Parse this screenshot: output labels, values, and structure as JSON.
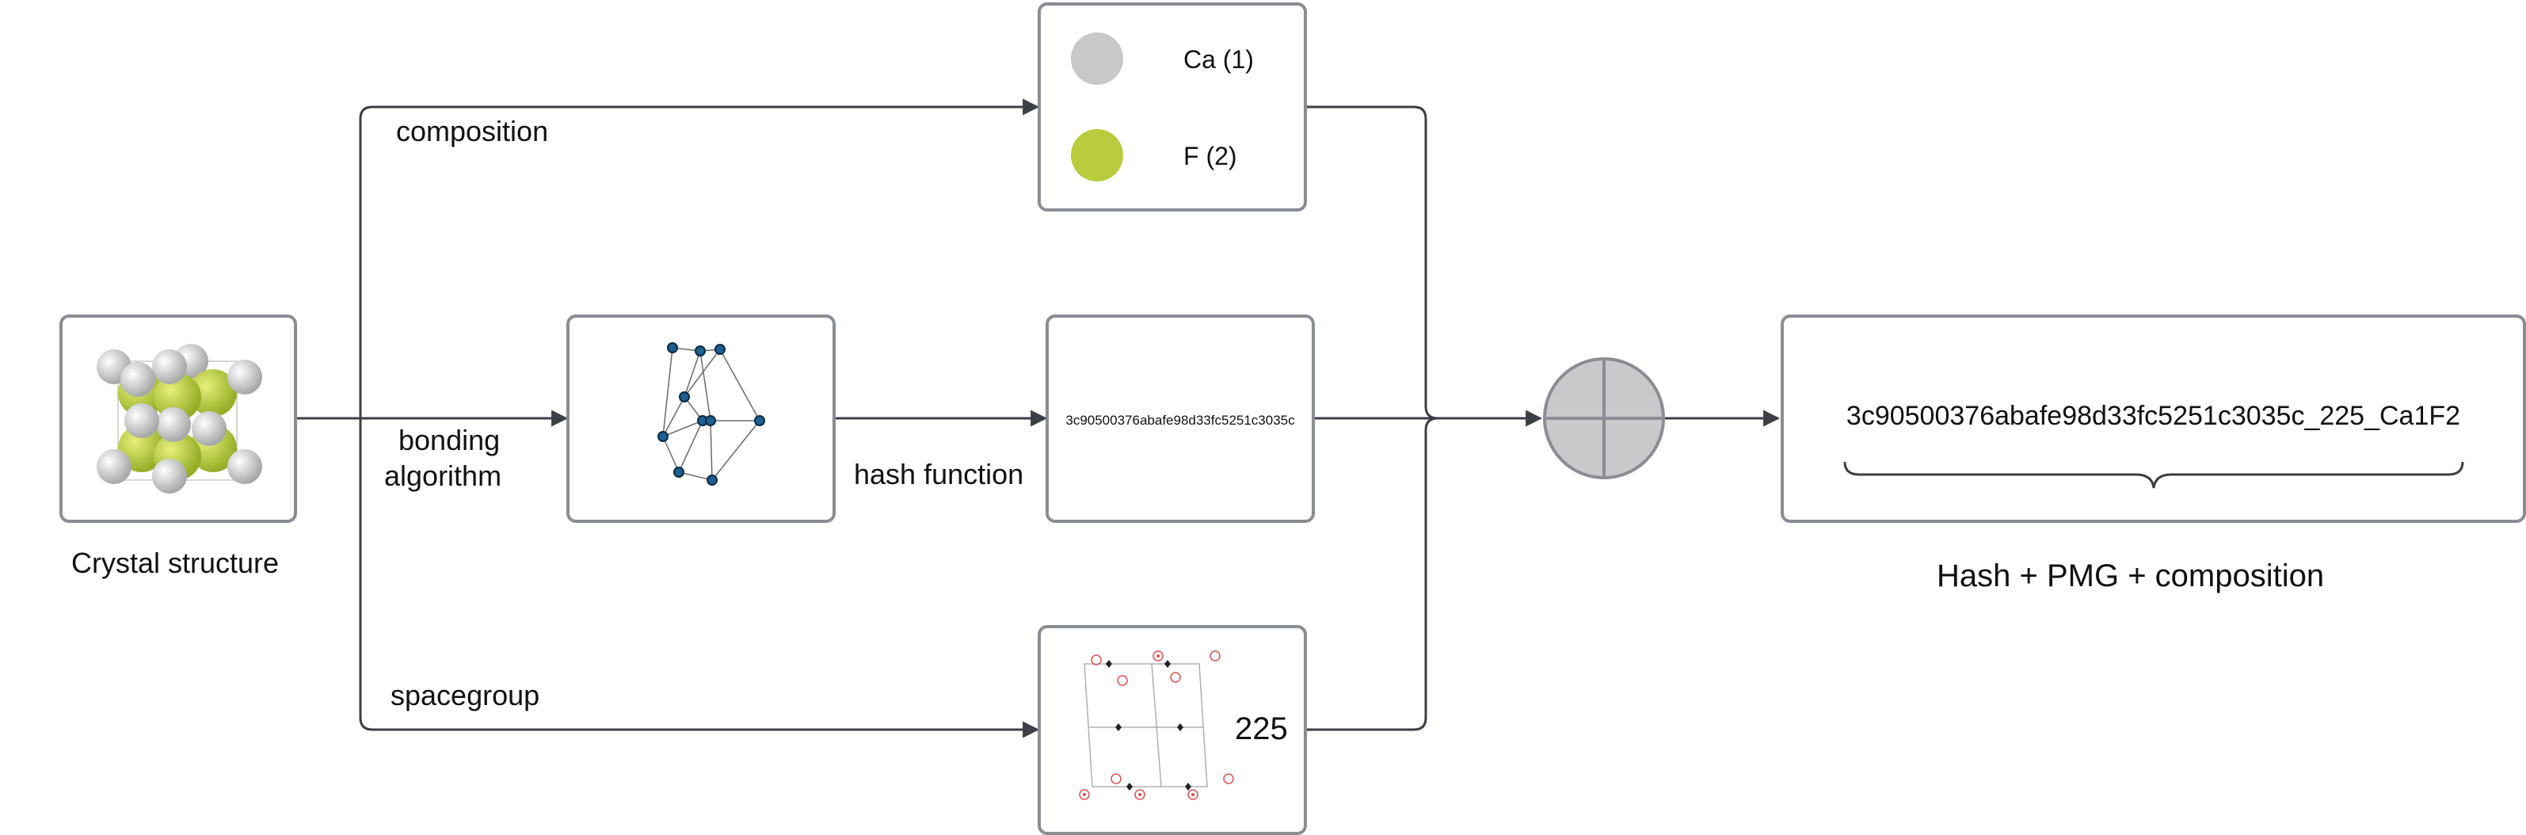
{
  "labels": {
    "crystal_structure": "Crystal structure",
    "composition": "composition",
    "bonding_algorithm_line1": "bonding",
    "bonding_algorithm_line2": "algorithm",
    "hash_function": "hash function",
    "spacegroup": "spacegroup",
    "hash_value": "3c90500376abafe98d33fc5251c3035c",
    "spacegroup_number": "225",
    "final_key": "3c90500376abafe98d33fc5251c3035c_225_Ca1F2",
    "final_caption": "Hash + PMG + composition"
  },
  "composition": [
    {
      "label": "Ca (1)",
      "color": "#c8c8c8"
    },
    {
      "label": "F (2)",
      "color": "#b8cc3e"
    }
  ],
  "icons": {
    "combine": "circle-plus-icon",
    "crystal": "crystal-structure-icon",
    "graph": "bond-graph-icon",
    "symmetry": "symmetry-diagram-icon",
    "brace": "underbrace-icon"
  },
  "colors": {
    "border": "#8a8d93",
    "line": "#3c3f45",
    "node": "#1f77b4",
    "symmetry_red": "#e05050",
    "combine_fill": "#c9c9cc"
  }
}
